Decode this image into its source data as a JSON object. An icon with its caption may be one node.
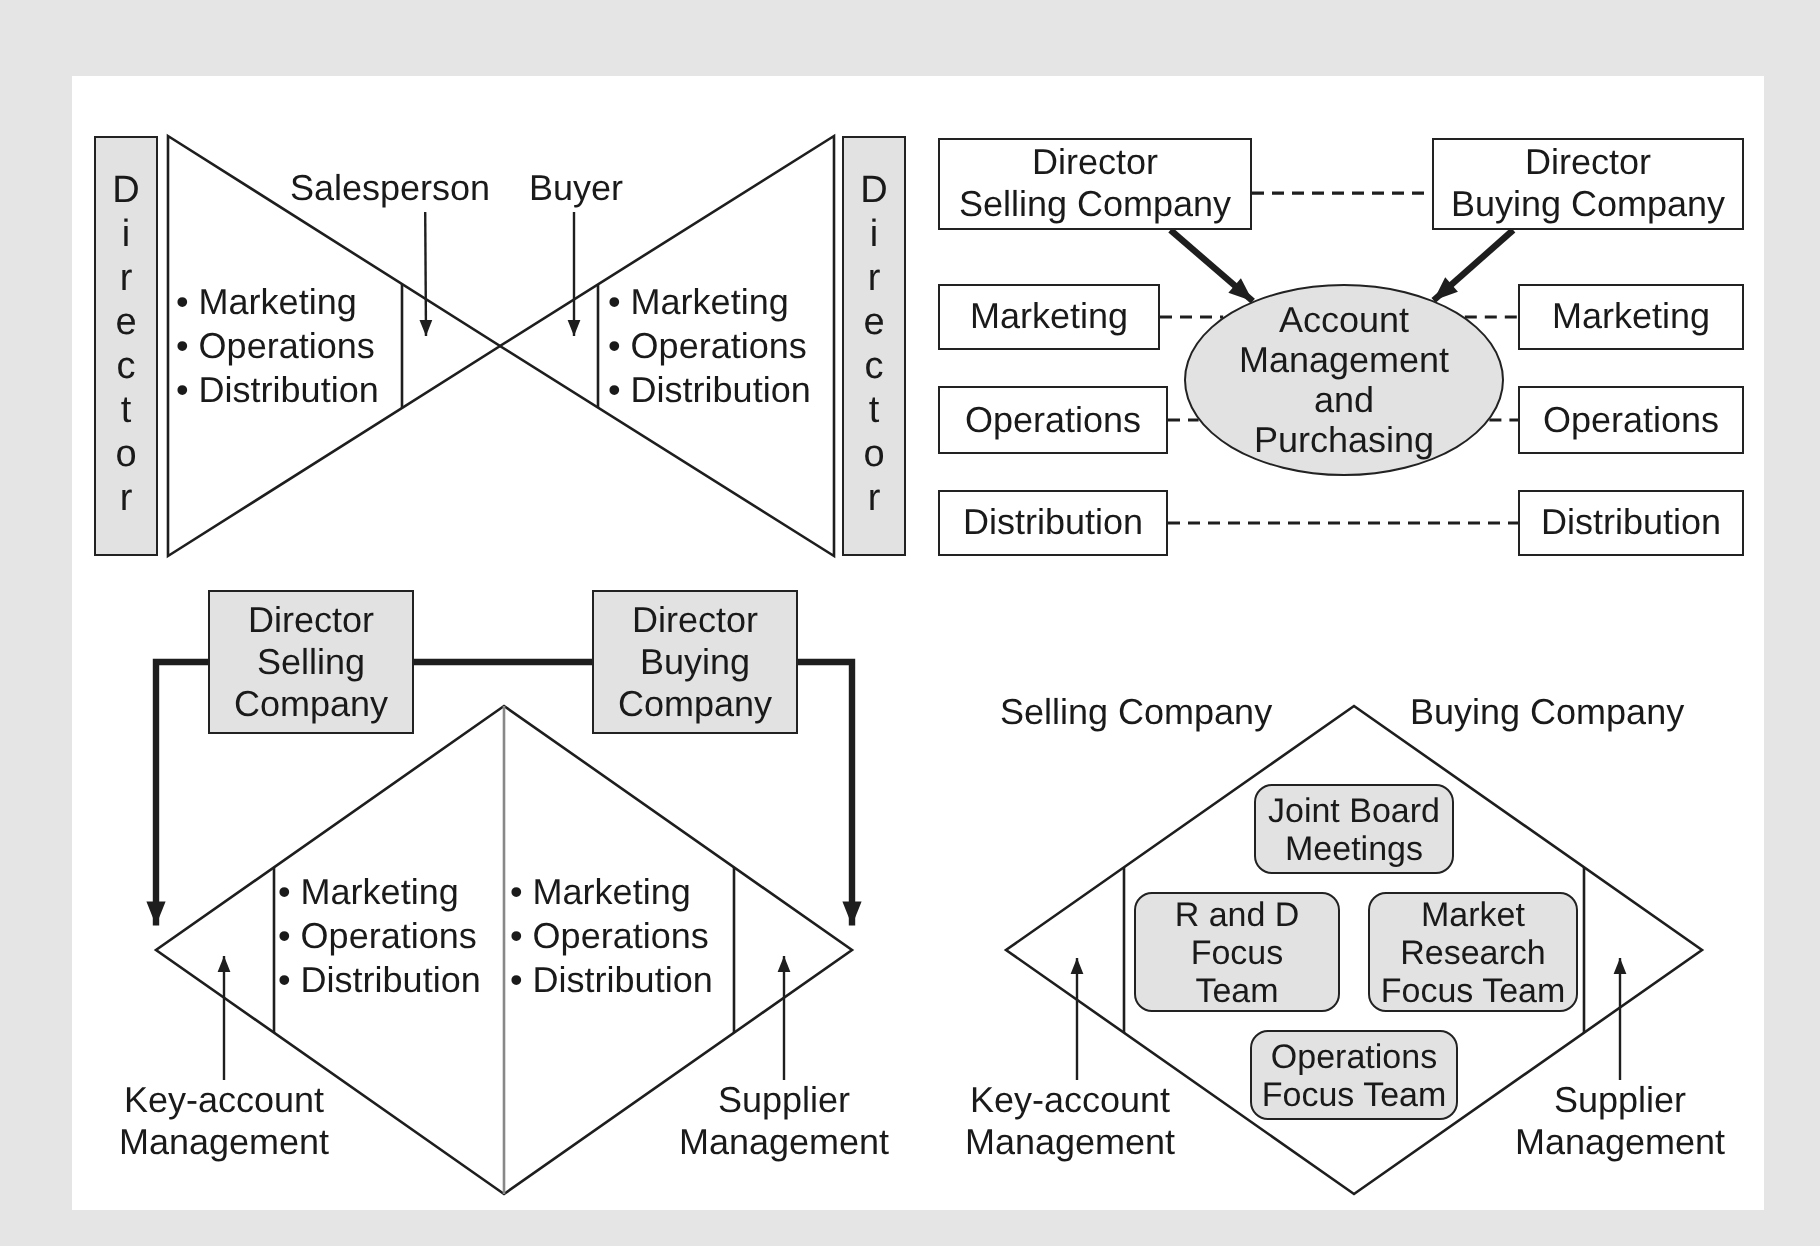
{
  "diagram": {
    "nodes": [
      {
        "text": [
          "Director"
        ]
      },
      {
        "text": [
          "Director"
        ]
      },
      {
        "text": [
          "Salesperson"
        ]
      },
      {
        "text": [
          "Buyer"
        ]
      },
      {
        "text": [
          "Director Selling Company"
        ]
      },
      {
        "text": [
          "Director Buying Company"
        ]
      },
      {
        "text": [
          "Account Management and Purchasing"
        ]
      },
      {
        "text": [
          "Marketing"
        ]
      },
      {
        "text": [
          "Marketing"
        ]
      },
      {
        "text": [
          "Operations"
        ]
      },
      {
        "text": [
          "Operations"
        ]
      },
      {
        "text": [
          "Distribution"
        ]
      },
      {
        "text": [
          "Distribution"
        ]
      },
      {
        "text": [
          "Director Selling Company"
        ]
      },
      {
        "text": [
          "Director Buying Company"
        ]
      },
      {
        "text": [
          "• Marketing",
          "• Operations",
          "• Distribution",
          "• Marketing",
          "• Operations",
          "• Distribution"
        ]
      },
      {
        "text": [
          "Key-account Management"
        ]
      },
      {
        "text": [
          "Supplier Management"
        ]
      },
      {
        "text": [],
        "shape": "diamond"
      },
      {
        "text": [
          "Joint Board Meetings"
        ],
        "in": 18
      },
      {
        "text": [
          "R and D Focus Team"
        ],
        "in": 18
      },
      {
        "text": [
          "Market Research Focus Team"
        ],
        "in": 18
      },
      {
        "text": [
          "Operations Focus Team"
        ],
        "in": 18
      },
      {
        "text": [
          "Key-account Management"
        ]
      },
      {
        "text": [
          "Supplier Management"
        ]
      },
      {
        "text": [
          "• Marketing",
          "• Operations",
          "• Distribution"
        ]
      },
      {
        "text": [
          "• Marketing",
          "• Operations",
          "• Distribution"
        ]
      }
    ],
    "edges": [
      {
        "from": 2,
        "to": 25,
        "arrow": "to"
      },
      {
        "from": 3,
        "to": 26,
        "arrow": "to"
      },
      {
        "from": 4,
        "to": 5,
        "arrow": "none",
        "style": "dashed"
      },
      {
        "from": 4,
        "to": 6,
        "arrow": "to",
        "style": "thick"
      },
      {
        "from": 5,
        "to": 6,
        "arrow": "to",
        "style": "thick"
      },
      {
        "from": 7,
        "to": 6,
        "arrow": "none",
        "style": "dashed"
      },
      {
        "from": 6,
        "to": 8,
        "arrow": "none",
        "style": "dashed"
      },
      {
        "from": 9,
        "to": 6,
        "arrow": "none",
        "style": "dashed"
      },
      {
        "from": 6,
        "to": 10,
        "arrow": "none",
        "style": "dashed"
      },
      {
        "from": 11,
        "to": 12,
        "arrow": "none",
        "style": "dashed"
      },
      {
        "from": 13,
        "to": 14,
        "arrow": "none",
        "style": "thick"
      },
      {
        "from": 13,
        "to": 15,
        "arrow": "to",
        "style": "thick"
      },
      {
        "from": 14,
        "to": 15,
        "arrow": "to",
        "style": "thick"
      },
      {
        "from": 16,
        "to": 15,
        "arrow": "to"
      },
      {
        "from": 17,
        "to": 15,
        "arrow": "to"
      },
      {
        "from": 23,
        "to": 18,
        "arrow": "to"
      },
      {
        "from": 24,
        "to": 18,
        "arrow": "to"
      }
    ],
    "labels": [
      "Selling Company",
      "Buying Company"
    ]
  }
}
